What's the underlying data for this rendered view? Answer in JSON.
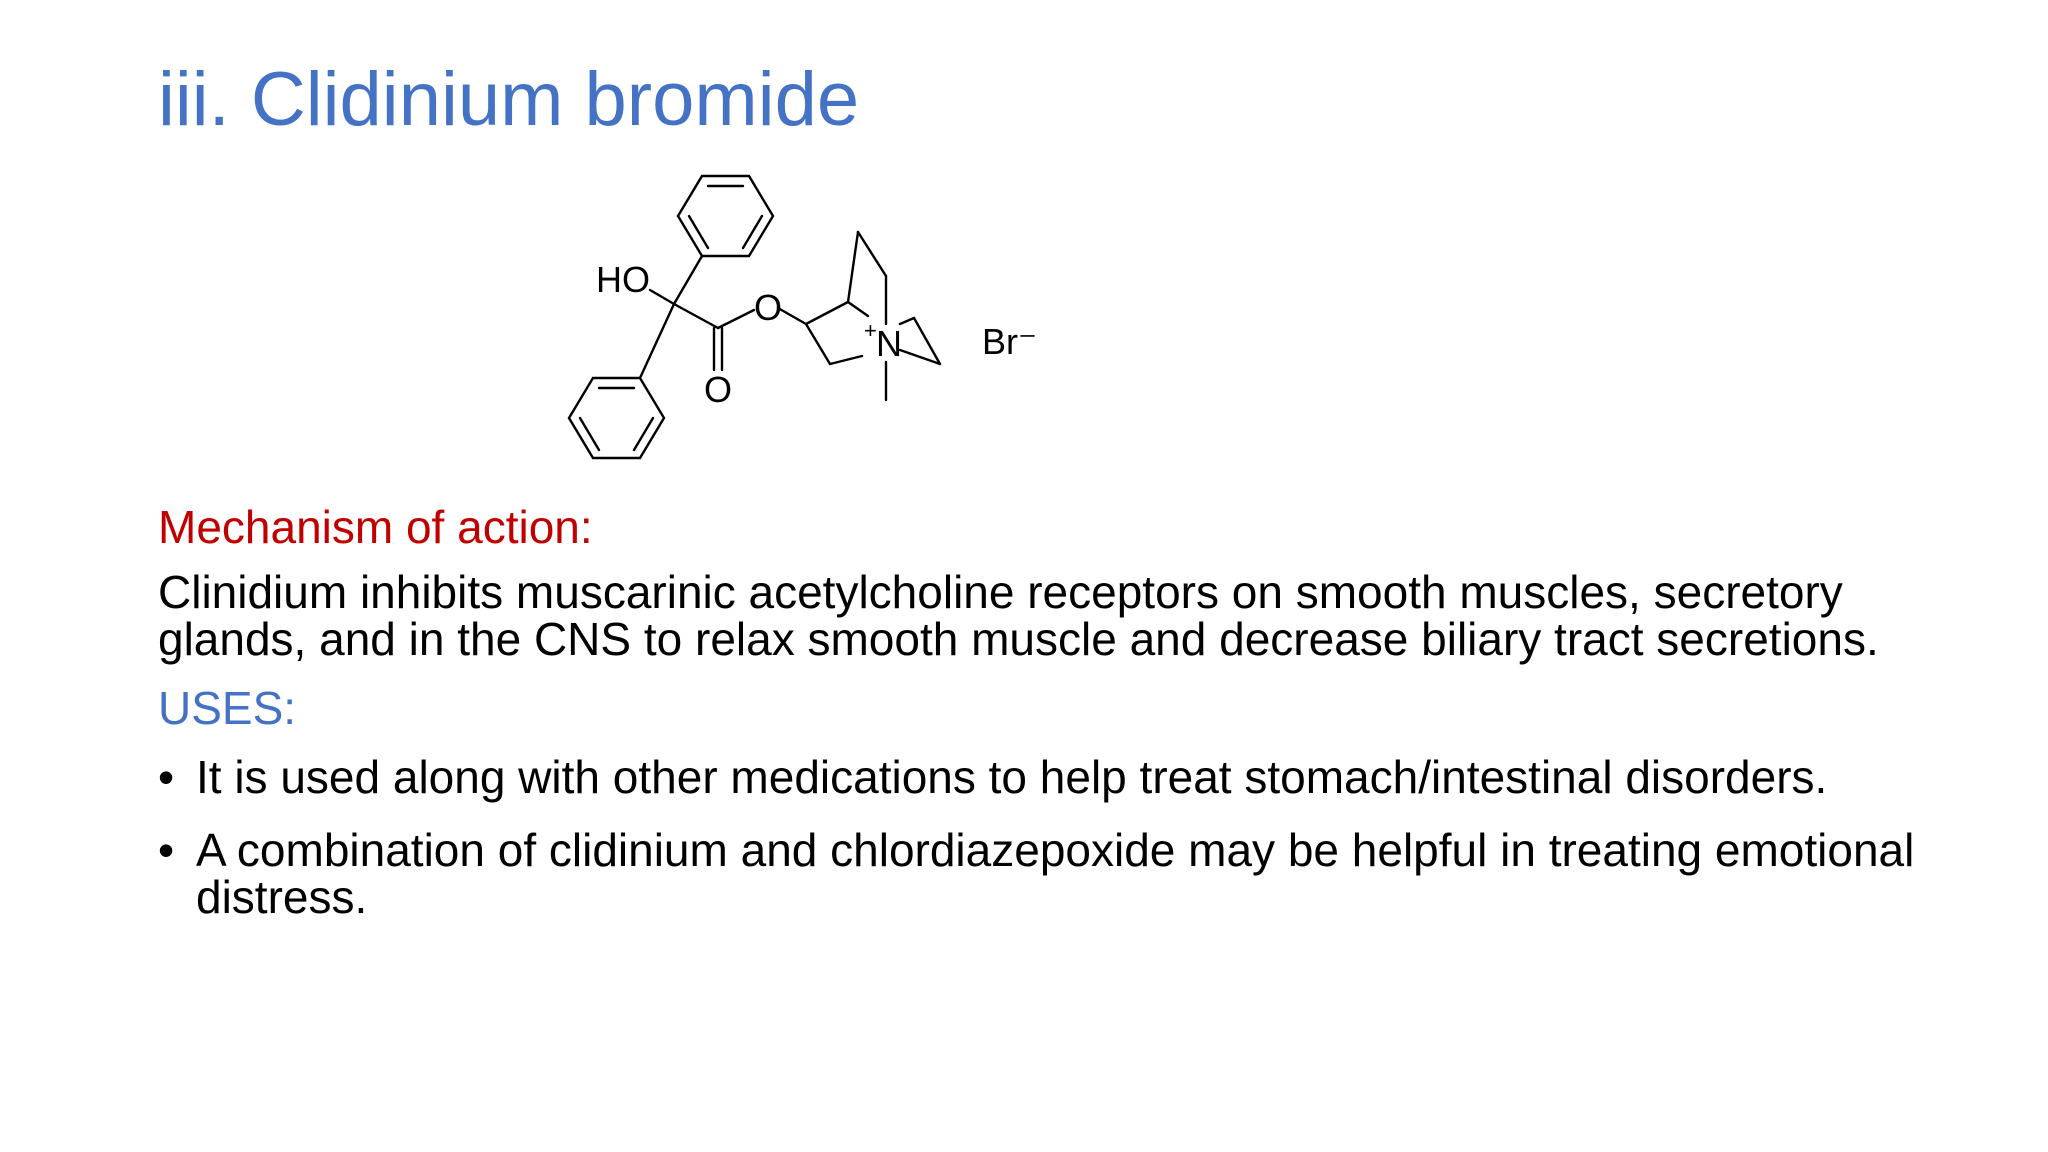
{
  "slide": {
    "title": "iii. Clidinium bromide",
    "structure": {
      "labels": {
        "ho": "HO",
        "ester_o": "O",
        "carbonyl_o": "O",
        "nitrogen": "N",
        "charge": "+",
        "counterion": "Br⁻"
      }
    },
    "mechanism": {
      "heading": "Mechanism of action:",
      "text": "Clinidium inhibits muscarinic acetylcholine receptors on smooth muscles, secretory glands, and in the CNS to relax smooth muscle and decrease biliary tract secretions."
    },
    "uses": {
      "heading": "USES:",
      "bullet_glyph": "•",
      "items": [
        "It is used along with other medications to help treat stomach/intestinal disorders.",
        "A combination of clidinium and chlordiazepoxide may be helpful in treating emotional distress."
      ]
    },
    "colors": {
      "title": "#4472c4",
      "mechanism_heading": "#c00000",
      "uses_heading": "#4472c4",
      "body_text": "#000000"
    }
  }
}
